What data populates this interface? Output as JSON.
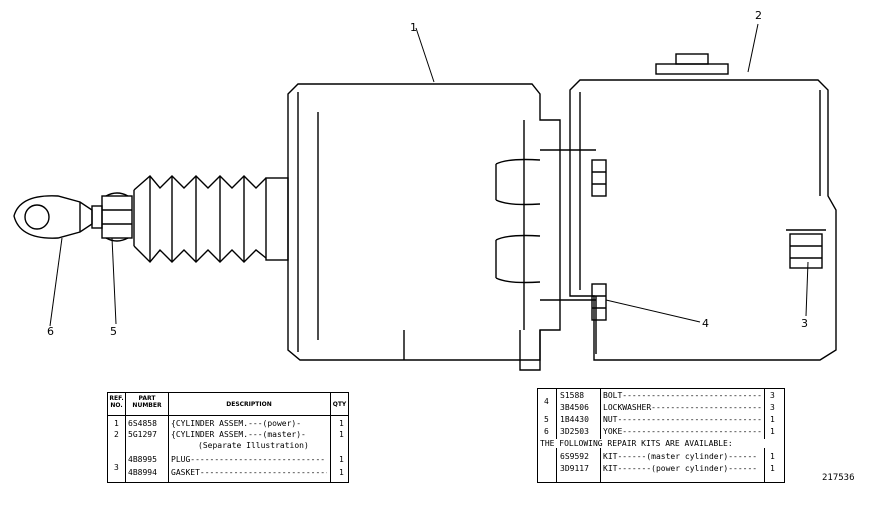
{
  "callouts": [
    "1",
    "2",
    "3",
    "4",
    "5",
    "6"
  ],
  "left_table": {
    "headers": {
      "ref": "REF. NO.",
      "part": "PART NUMBER",
      "description": "DESCRIPTION",
      "qty": "QTY"
    },
    "rows": [
      {
        "ref": "1",
        "part": "6S4858",
        "description": "{CYLINDER ASSEM.---(power)-",
        "qty": "1"
      },
      {
        "ref": "2",
        "part": "5G1297",
        "description": "{CYLINDER ASSEM.---(master)-",
        "qty": "1"
      },
      {
        "ref": "",
        "part": "",
        "description": "(Separate Illustration)",
        "qty": ""
      },
      {
        "ref": "",
        "part": "4B8995",
        "description": "PLUG----------------------------",
        "qty": "1"
      },
      {
        "ref": "3",
        "part": "",
        "description": "",
        "qty": ""
      },
      {
        "ref": "",
        "part": "4B8994",
        "description": "GASKET---------------------------",
        "qty": "1"
      }
    ]
  },
  "right_table": {
    "rows": [
      {
        "ref": "4",
        "part": "S1588",
        "description": "BOLT---------------------------------",
        "qty": "3"
      },
      {
        "ref": "",
        "part": "3B4506",
        "description": "LOCKWASHER--------------------------",
        "qty": "3"
      },
      {
        "ref": "5",
        "part": "1B4430",
        "description": "NUT-------------------------------------",
        "qty": "1"
      },
      {
        "ref": "6",
        "part": "3D2503",
        "description": "YOKE------------------------------------",
        "qty": "1"
      }
    ],
    "kits_heading": "THE FOLLOWING REPAIR KITS ARE AVAILABLE:",
    "kits": [
      {
        "part": "6S9592",
        "description": "KIT------(master cylinder)------",
        "qty": "1"
      },
      {
        "part": "3D9117",
        "description": "KIT-------(power cylinder)------",
        "qty": "1"
      }
    ]
  },
  "drawing_number": "217536"
}
